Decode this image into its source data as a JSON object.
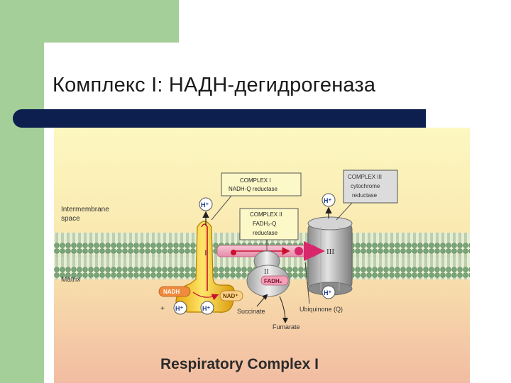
{
  "slide": {
    "title": "Комплекс I: НАДН-дегидрогеназа",
    "accent_green": "#a4cf98",
    "title_bar_color": "#0c1f4f"
  },
  "diagram": {
    "region_intermembrane": "Intermembrane\nspace",
    "region_matrix": "Matrix",
    "callout_complex1": "COMPLEX I\nNADH-Q reductase",
    "callout_complex2": "COMPLEX II\nFADH₂-Q\nreductase",
    "callout_complex3": "COMPLEX III\ncytochrome\nreductase",
    "label_I": "I",
    "label_II": "II",
    "label_III": "III",
    "label_nadh": "NADH",
    "label_nad": "NAD⁺",
    "label_plus": "+",
    "label_hplus": "H⁺",
    "label_fadh": "FADH₂",
    "label_succinate": "Succinate",
    "label_fumarate": "Fumarate",
    "label_ubiquinone": "Ubiquinone (Q)",
    "caption": "Respiratory Complex I",
    "colors": {
      "background_top": "#fbf6b4",
      "background_bottom": "#f3c0a6",
      "membrane": "#6e9a6e",
      "complex1": "#f1c232",
      "complex2": "#b9b9b9",
      "complex3": "#9a9a9a",
      "arrow_magenta": "#d6286a"
    }
  }
}
